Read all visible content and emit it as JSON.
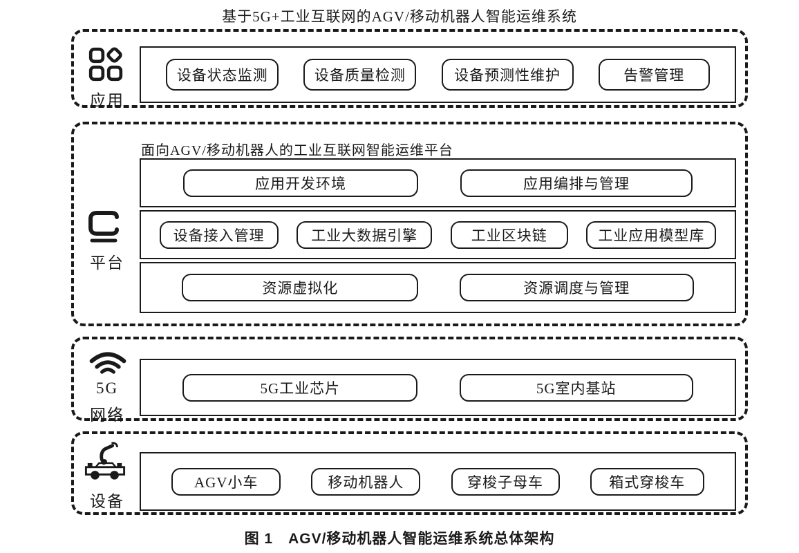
{
  "title": "基于5G+工业互联网的AGV/移动机器人智能运维系统",
  "caption": "图 1　AGV/移动机器人智能运维系统总体架构",
  "colors": {
    "line": "#1a1a1a",
    "background": "#ffffff"
  },
  "sections": {
    "application": {
      "label": "应用",
      "icon": "apps-icon",
      "boxes": [
        "设备状态监测",
        "设备质量检测",
        "设备预测性维护",
        "告警管理"
      ]
    },
    "platform": {
      "label": "平台",
      "icon": "platform-icon",
      "header": "面向AGV/移动机器人的工业互联网智能运维平台",
      "row1": [
        "应用开发环境",
        "应用编排与管理"
      ],
      "row2": [
        "设备接入管理",
        "工业大数据引擎",
        "工业区块链",
        "工业应用模型库"
      ],
      "row3": [
        "资源虚拟化",
        "资源调度与管理"
      ]
    },
    "network": {
      "label_line1": "5G",
      "label_line2": "网络",
      "icon": "wifi-icon",
      "boxes": [
        "5G工业芯片",
        "5G室内基站"
      ]
    },
    "device": {
      "label": "设备",
      "icon": "robot-cart-icon",
      "boxes": [
        "AGV小车",
        "移动机器人",
        "穿梭子母车",
        "箱式穿梭车"
      ]
    }
  }
}
